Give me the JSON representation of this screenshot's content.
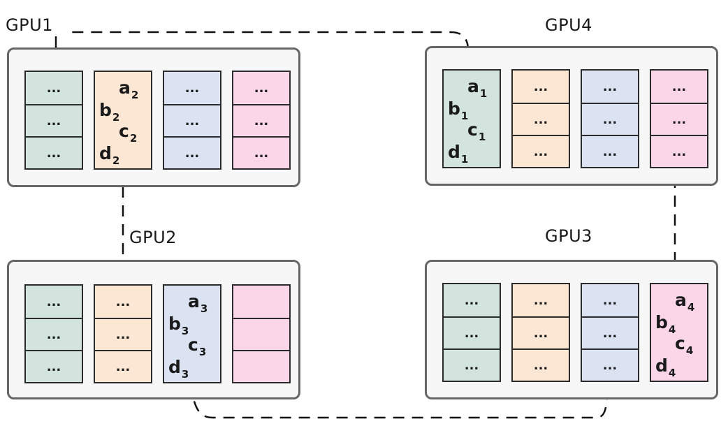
{
  "colors": {
    "green": "#d3e4de",
    "orange": "#fce7d4",
    "blue": "#dbe3f3",
    "pink": "#fbd6e8",
    "border": "#2b2b2b",
    "panel_border": "#666666",
    "panel_fill": "#f7f7f7"
  },
  "gpus": [
    {
      "label": "GPU1",
      "columns": [
        {
          "color": "green",
          "cells": [
            "...",
            "...",
            "..."
          ]
        },
        {
          "color": "orange",
          "symbols": [
            {
              "letter": "a",
              "sub": "2"
            },
            {
              "letter": "b",
              "sub": "2"
            },
            {
              "letter": "c",
              "sub": "2"
            },
            {
              "letter": "d",
              "sub": "2"
            }
          ]
        },
        {
          "color": "blue",
          "cells": [
            "...",
            "...",
            "..."
          ]
        },
        {
          "color": "pink",
          "cells": [
            "...",
            "...",
            "..."
          ]
        }
      ]
    },
    {
      "label": "GPU2",
      "columns": [
        {
          "color": "green",
          "cells": [
            "...",
            "...",
            "..."
          ]
        },
        {
          "color": "orange",
          "cells": [
            "...",
            "...",
            "..."
          ]
        },
        {
          "color": "blue",
          "symbols": [
            {
              "letter": "a",
              "sub": "3"
            },
            {
              "letter": "b",
              "sub": "3"
            },
            {
              "letter": "c",
              "sub": "3"
            },
            {
              "letter": "d",
              "sub": "3"
            }
          ]
        },
        {
          "color": "pink",
          "cells": [
            "",
            "",
            ""
          ]
        }
      ]
    },
    {
      "label": "GPU3",
      "columns": [
        {
          "color": "green",
          "cells": [
            "...",
            "...",
            "..."
          ]
        },
        {
          "color": "orange",
          "cells": [
            "...",
            "...",
            "..."
          ]
        },
        {
          "color": "blue",
          "cells": [
            "...",
            "...",
            "..."
          ]
        },
        {
          "color": "pink",
          "symbols": [
            {
              "letter": "a",
              "sub": "4"
            },
            {
              "letter": "b",
              "sub": "4"
            },
            {
              "letter": "c",
              "sub": "4"
            },
            {
              "letter": "d",
              "sub": "4"
            }
          ]
        }
      ]
    },
    {
      "label": "GPU4",
      "columns": [
        {
          "color": "green",
          "symbols": [
            {
              "letter": "a",
              "sub": "1"
            },
            {
              "letter": "b",
              "sub": "1"
            },
            {
              "letter": "c",
              "sub": "1"
            },
            {
              "letter": "d",
              "sub": "1"
            }
          ]
        },
        {
          "color": "orange",
          "cells": [
            "...",
            "...",
            "..."
          ]
        },
        {
          "color": "blue",
          "cells": [
            "...",
            "...",
            "..."
          ]
        },
        {
          "color": "pink",
          "cells": [
            "...",
            "...",
            "..."
          ]
        }
      ]
    }
  ]
}
